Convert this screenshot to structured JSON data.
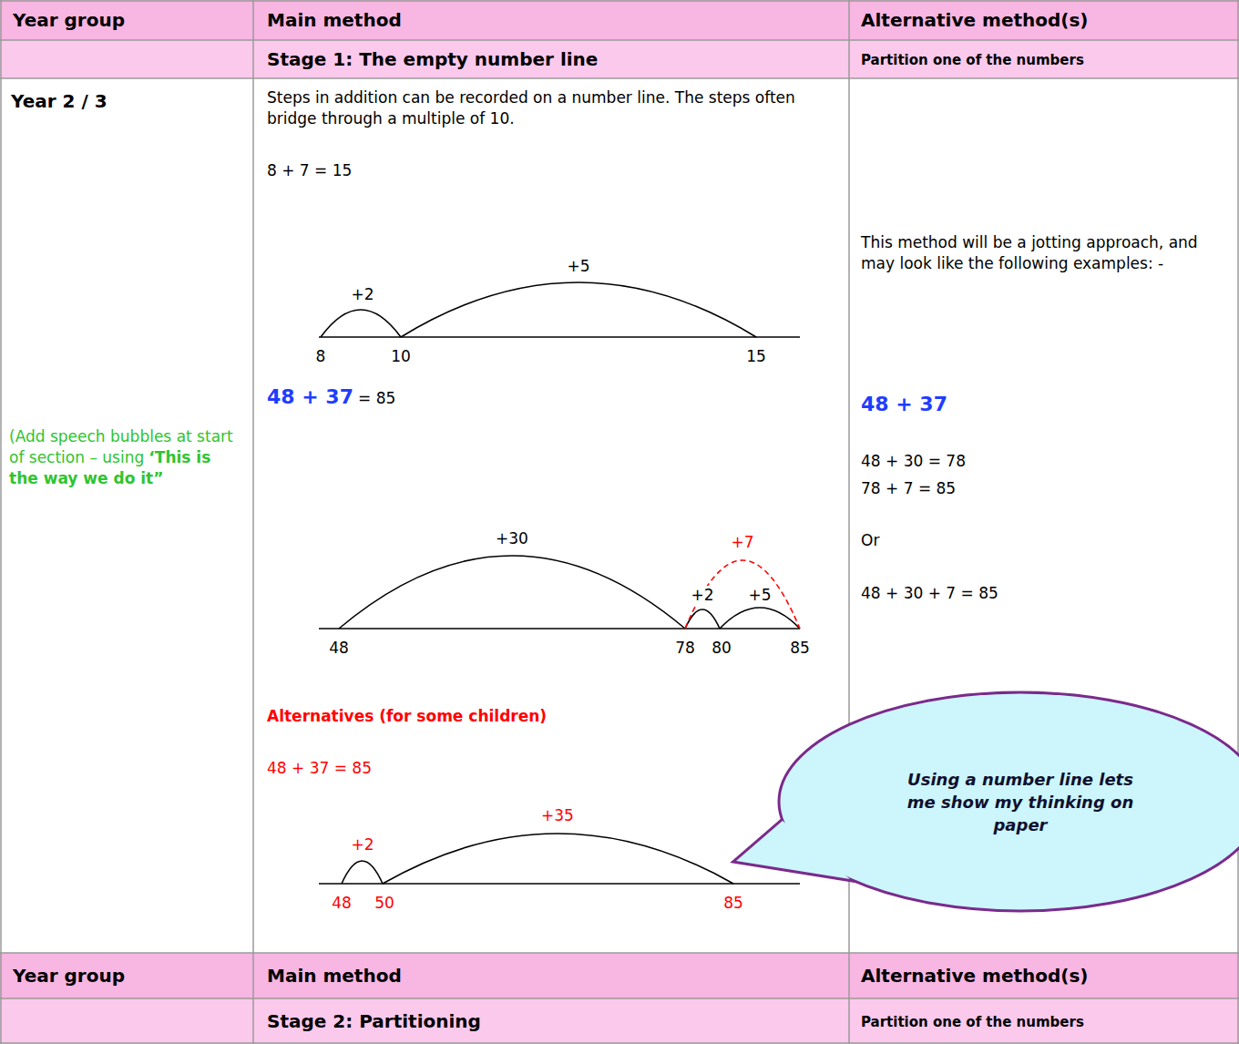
{
  "diagram": {
    "nodes": [
      {
        "text": [
          "Using a number line lets me show my thinking on paper"
        ]
      }
    ],
    "labels": [
      "Year group",
      "Main method",
      "Alternative method(s)",
      "Stage 1: The empty number line",
      "Partition one of the numbers",
      "Year 2 / 3",
      "Steps in addition can be recorded on a number line. The steps often bridge through a multiple of 10.",
      "8 + 7 = 15",
      "+2",
      "+5",
      "8",
      "10",
      "15",
      "This method will be a jotting approach, and may look like the following examples: -",
      "(Add speech bubbles at start of section – using",
      "‘This is the way we do it”",
      "48 + 37",
      "= 85",
      "48 + 37",
      "48 + 30 = 78",
      "78 + 7 = 85",
      "+7",
      "+30",
      "+2",
      "+5",
      "Or",
      "48",
      "78",
      "80",
      "85",
      "48 + 30 + 7 = 85",
      "Alternatives (for some children)",
      "48 + 37 = 85",
      "+35",
      "+2",
      "48",
      "50",
      "85",
      "Year group",
      "Main method",
      "Alternative method(s)",
      "Stage 2: Partitioning",
      "Partition one of the numbers"
    ]
  }
}
